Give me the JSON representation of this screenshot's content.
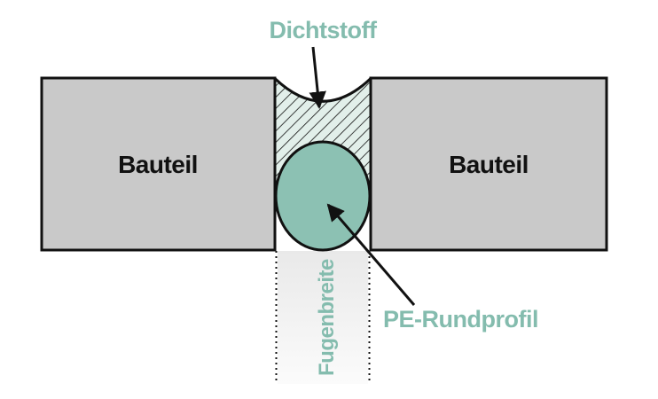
{
  "labels": {
    "component_left": "Bauteil",
    "component_right": "Bauteil",
    "sealant": "Dichtstoff",
    "backer_rod": "PE-Rundprofil",
    "joint_width": "Fugenbreite"
  },
  "colors": {
    "accent_teal": "#84BCAE",
    "component_fill": "#C9C9C9",
    "sealant_bg": "#E2EFEA",
    "rod_fill": "#8CC1B3",
    "outline": "#111111",
    "text_dark": "#111111",
    "band_top": "#E9E9E9",
    "band_bottom": "#FBFBFB"
  }
}
